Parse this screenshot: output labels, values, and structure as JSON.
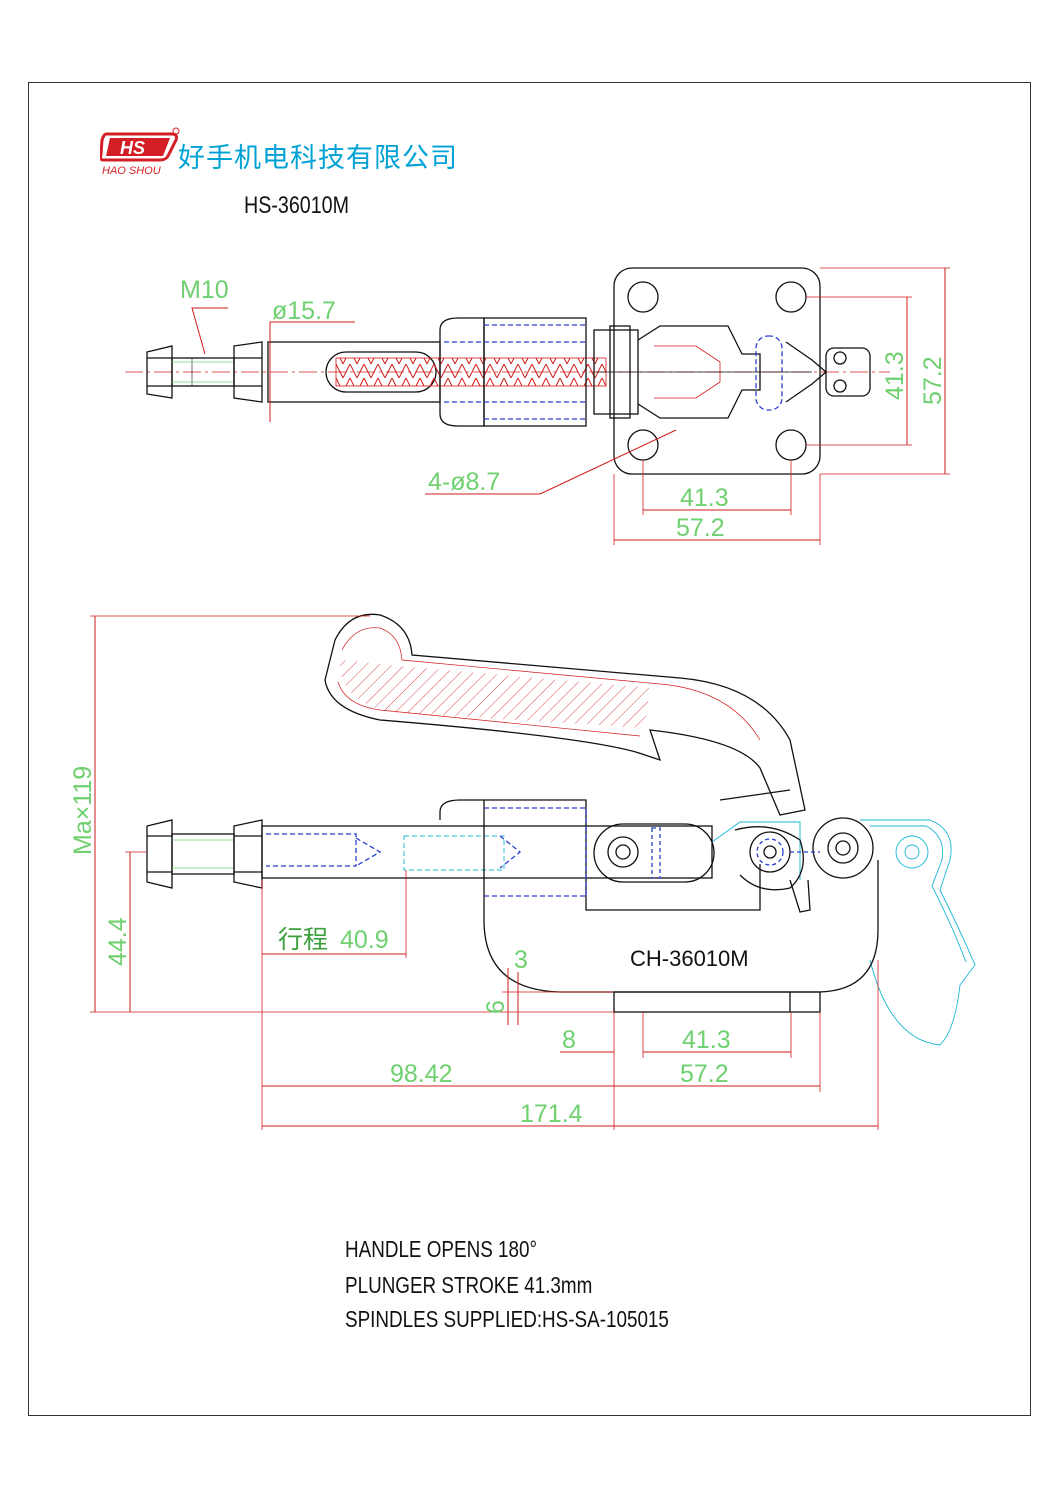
{
  "header": {
    "logo_mark": "HS",
    "logo_sub": "HAO SHOU",
    "company_name": "好手机电科技有限公司",
    "model": "HS-36010M"
  },
  "top_view": {
    "thread_label": "M10",
    "rod_diameter": "ø15.7",
    "hole_label": "4-ø8.7",
    "hole_spacing_h": "41.3",
    "base_width": "57.2",
    "hole_spacing_v": "41.3",
    "base_height": "57.2"
  },
  "side_view": {
    "max_height": "Ma×119",
    "center_height": "44.4",
    "stroke_label": "行程",
    "stroke_value": "40.9",
    "part_label": "CH-36010M",
    "dim_3": "3",
    "dim_6": "6",
    "dim_8": "8",
    "hole_spacing": "41.3",
    "base_width": "57.2",
    "plunger_length": "98.42",
    "overall_length": "171.4"
  },
  "notes": [
    "HANDLE OPENS 180°",
    "PLUNGER STROKE 41.3mm",
    "SPINDLES SUPPLIED:HS-SA-105015"
  ],
  "colors": {
    "dimension": "#6fd06f",
    "hidden": "#2a3fd0",
    "leader": "#d21b1b",
    "hatch": "#d21b1b",
    "alt_position": "#19b7d6",
    "outline": "#111111",
    "brand": "#d41e26",
    "company_text": "#00a2d6"
  }
}
